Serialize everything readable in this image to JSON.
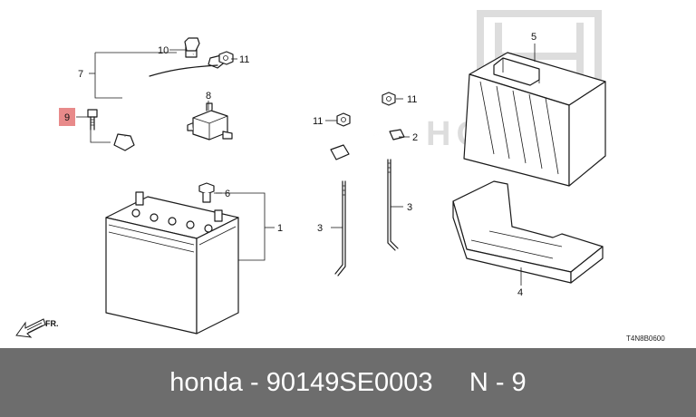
{
  "callouts": {
    "n1": "1",
    "n2": "2",
    "n3a": "3",
    "n3b": "3",
    "n4": "4",
    "n5": "5",
    "n6": "6",
    "n7": "7",
    "n8": "8",
    "n9": "9",
    "n10": "10",
    "n11a": "11",
    "n11b": "11",
    "n11c": "11"
  },
  "highlight_color": "#e88a8a",
  "direction_label": "FR.",
  "diagram_code": "T4N8B0600",
  "watermark": "HONDA",
  "footer": {
    "text": "honda - 90149SE0003     N - 9"
  }
}
